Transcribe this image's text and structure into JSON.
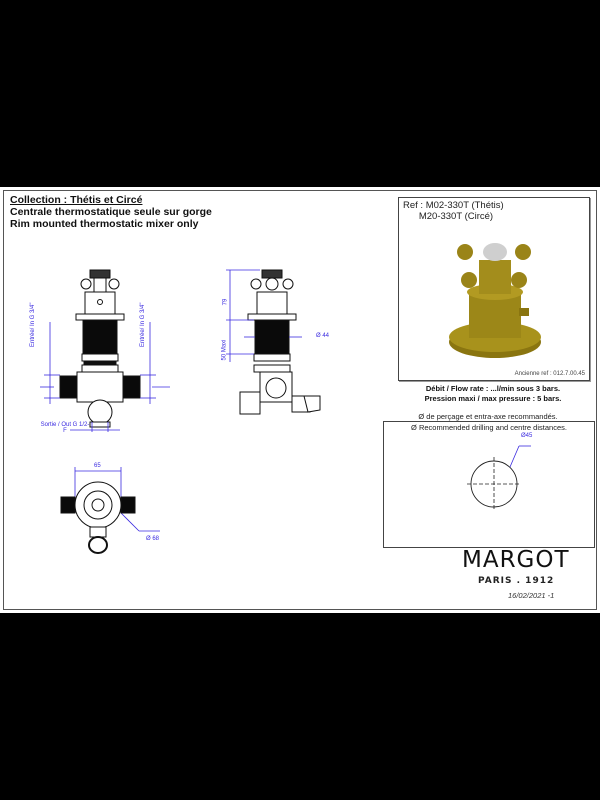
{
  "header": {
    "collection": "Collection : Thétis et Circé",
    "subtitle_fr": "Centrale thermostatique seule sur gorge",
    "subtitle_en": "Rim mounted thermostatic mixer only"
  },
  "reference": {
    "line1": "Ref : M02-330T (Thétis)",
    "line2": "      M20-330T (Circé)",
    "old_ref": "Ancienne ref : 012.7.00.45"
  },
  "specs": {
    "flow_rate": "Débit / Flow rate : ...l/min sous 3 bars.",
    "max_pressure": "Pression maxi / max pressure : 5 bars."
  },
  "drilling": {
    "heading_fr": "Ø de perçage et entra-axe recommandés.",
    "heading_en": "Ø Recommended drilling and centre distances.",
    "diameter": "Ø45"
  },
  "front_view": {
    "inlet_left": "Entrée/ In G 3/4\"",
    "inlet_right": "Entrée/ In G 3/4\"",
    "outlet": "Sortie / Out G 1/2- F"
  },
  "side_view": {
    "height_top": "79",
    "height_max": "50 Maxi",
    "diameter": "Ø 44"
  },
  "top_view": {
    "width": "65",
    "diameter": "Ø 68"
  },
  "brand": {
    "name": "MARGOT",
    "tagline": "PARIS . 1912",
    "date": "16/02/2021 -1"
  },
  "colors": {
    "dimension": "#3a2ae0",
    "brass": "#a88f1a",
    "black": "#000000"
  }
}
